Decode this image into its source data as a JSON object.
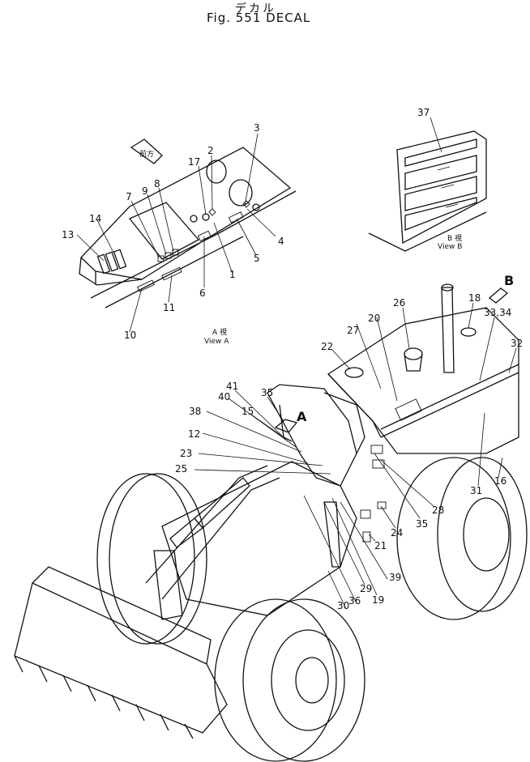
{
  "title": {
    "jp": "デカル",
    "en": "Fig. 551  DECAL"
  },
  "view_a": {
    "label_jp": "A 視",
    "label_en": "View  A",
    "arrow_text": "前方"
  },
  "view_b": {
    "label_jp": "B 視",
    "label_en": "View  B"
  },
  "arrows": {
    "a": "A",
    "b": "B"
  },
  "callouts": {
    "c1": "1",
    "c2": "2",
    "c3": "3",
    "c4": "4",
    "c5": "5",
    "c6": "6",
    "c7": "7",
    "c8": "8",
    "c9": "9",
    "c10": "10",
    "c11": "11",
    "c12": "12",
    "c13": "13",
    "c14": "14",
    "c15": "15",
    "c16": "16",
    "c17": "17",
    "c18": "18",
    "c19": "19",
    "c20": "20",
    "c21": "21",
    "c22": "22",
    "c23": "23",
    "c24": "24",
    "c25": "25",
    "c26": "26",
    "c27": "27",
    "c28": "28",
    "c29": "29",
    "c30": "30",
    "c31": "31",
    "c32": "32",
    "c3334": "33,34",
    "c35a": "35",
    "c35b": "35",
    "c36": "36",
    "c37": "37",
    "c38": "38",
    "c39": "39",
    "c40": "40",
    "c41": "41"
  }
}
